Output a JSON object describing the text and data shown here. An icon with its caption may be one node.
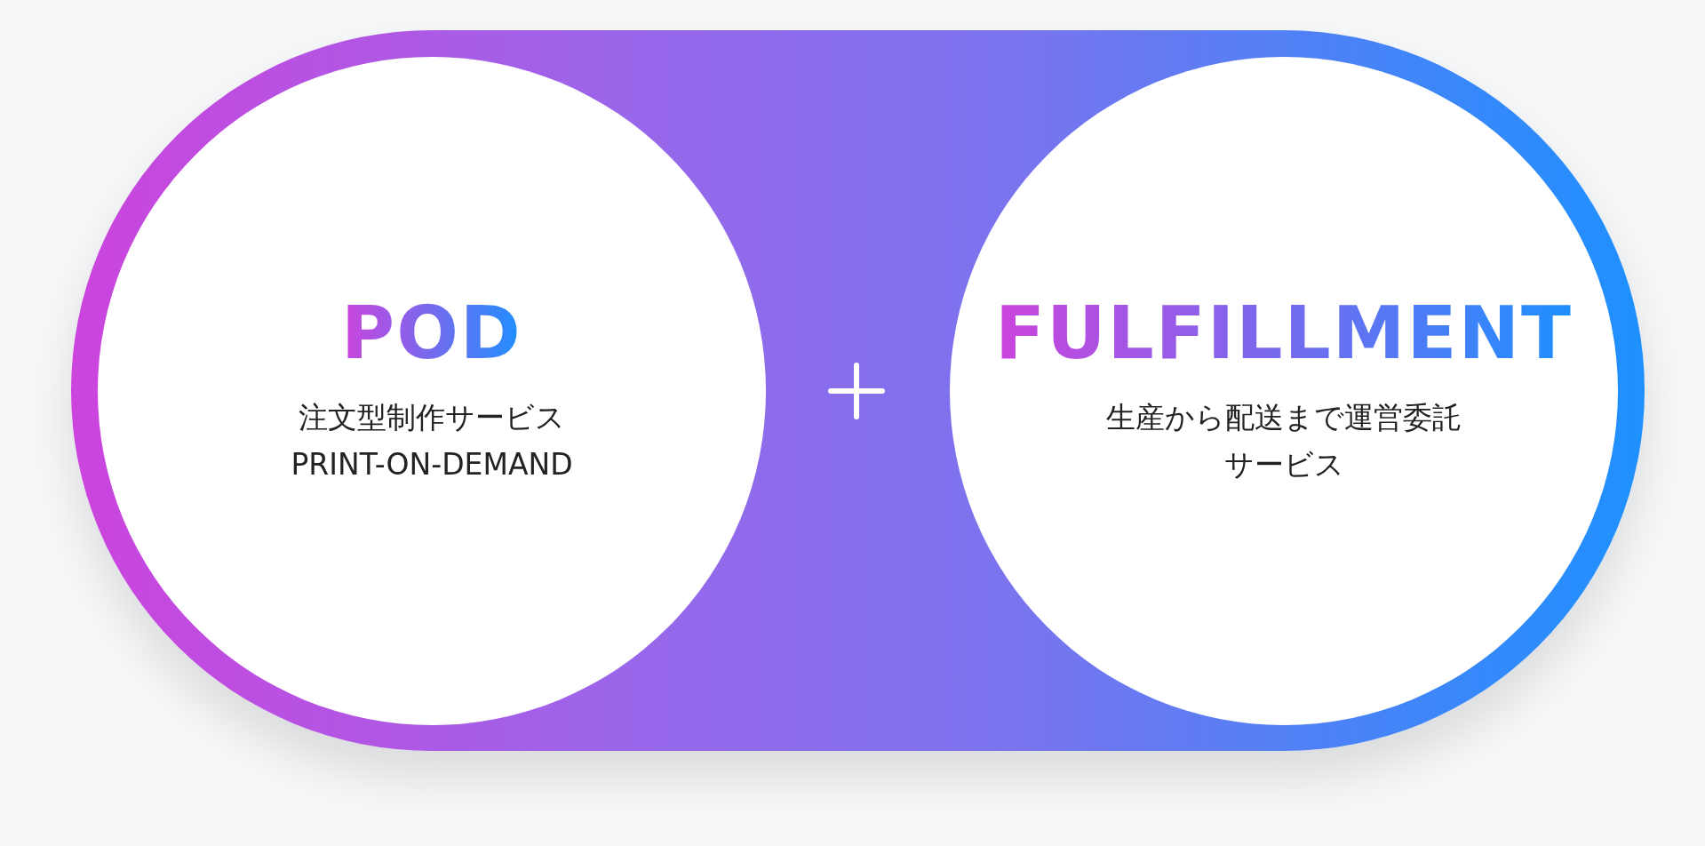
{
  "diagram": {
    "nodes": [
      {
        "text": [
          "POD",
          "注文型制作サービス",
          "PRINT-ON-DEMAND"
        ]
      },
      {
        "text": [
          "FULFILLMENT",
          "生産から配送まで運営委託サービス"
        ]
      }
    ]
  }
}
